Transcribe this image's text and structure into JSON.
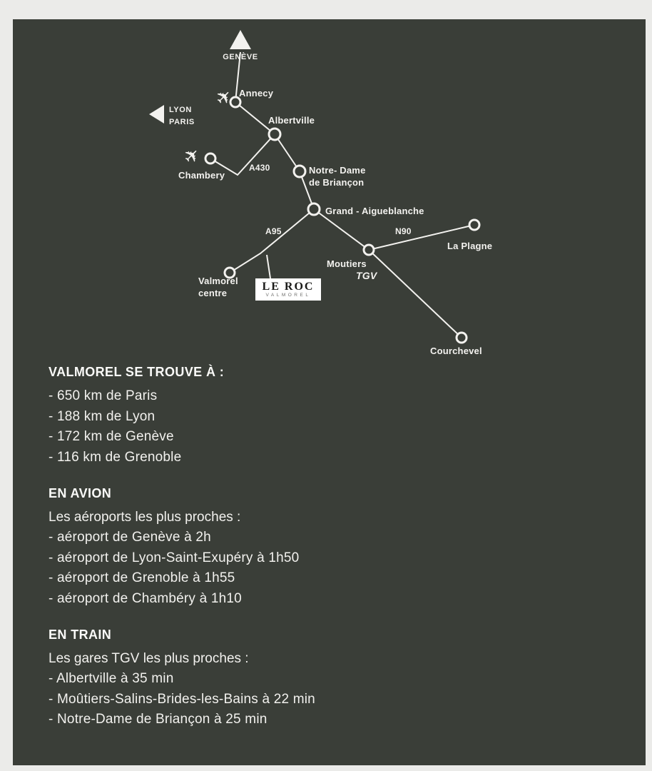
{
  "colors": {
    "frame": "#ebebe9",
    "background": "#3a3e38",
    "text": "#f2f1ee",
    "logo_background": "#ffffff",
    "logo_text": "#191917"
  },
  "map": {
    "geneve_label": "GENÈVE",
    "lyon_label": "LYON",
    "paris_label": "PARIS",
    "annecy_label": "Annecy",
    "albertville_label": "Albertville",
    "chambery_label": "Chambery",
    "a430_label": "A430",
    "notre_dame_line1": "Notre- Dame",
    "notre_dame_line2": "de Briançon",
    "grand_aigueblanche_label": "Grand - Aigueblanche",
    "a95_label": "A95",
    "n90_label": "N90",
    "la_plagne_label": "La Plagne",
    "moutiers_label": "Moutiers",
    "tgv_label": "TGV",
    "valmorel_line1": "Valmorel",
    "valmorel_line2": "centre",
    "courchevel_label": "Courchevel",
    "logo": {
      "title": "LE ROC",
      "subtitle": "VALMOREL"
    }
  },
  "info": {
    "location": {
      "heading": "VALMOREL SE TROUVE À :",
      "items": [
        "- 650 km de Paris",
        "- 188 km de Lyon",
        "- 172 km de Genève",
        "- 116 km de Grenoble"
      ]
    },
    "plane": {
      "heading": "EN AVION",
      "intro": "Les aéroports les plus proches :",
      "items": [
        "- aéroport de Genève à 2h",
        "- aéroport de Lyon-Saint-Exupéry à 1h50",
        "- aéroport de Grenoble à 1h55",
        "- aéroport de Chambéry à 1h10"
      ]
    },
    "train": {
      "heading": "EN TRAIN",
      "intro": "Les gares TGV les plus proches :",
      "items": [
        "- Albertville à 35 min",
        "- Moûtiers-Salins-Brides-les-Bains à 22 min",
        "- Notre-Dame de Briançon à 25 min"
      ]
    }
  }
}
